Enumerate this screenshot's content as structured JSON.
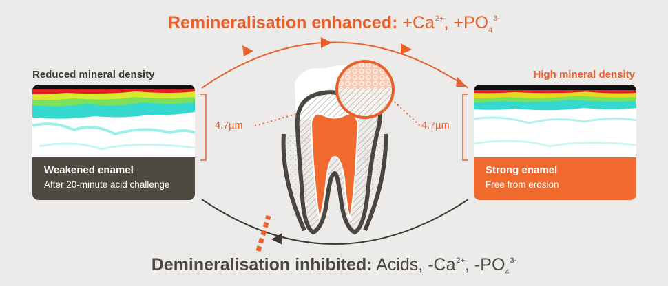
{
  "header": {
    "title_bold": "Remineralisation enhanced:",
    "ion_1": "+Ca",
    "ion_1_charge": "2+",
    "separator": ", ",
    "ion_2": "+PO",
    "ion_2_sub": "4",
    "ion_2_charge": "3-"
  },
  "footer": {
    "title_bold": "Demineralisation inhibited:",
    "lead": "Acids,",
    "ion_1": "-Ca",
    "ion_1_charge": "2+",
    "separator": ", ",
    "ion_2": "-PO",
    "ion_2_sub": "4",
    "ion_2_charge": "3-"
  },
  "left_panel": {
    "label": "Reduced mineral density",
    "title": "Weakened enamel",
    "subtitle": "After 20-minute acid challenge",
    "measurement": "4.7µm"
  },
  "right_panel": {
    "label": "High mineral density",
    "title": "Strong enamel",
    "subtitle": "Free from erosion",
    "measurement": "4.7µm"
  },
  "colors": {
    "accent": "#e8602c",
    "dark": "#4f4a41",
    "background": "#edebe9"
  }
}
